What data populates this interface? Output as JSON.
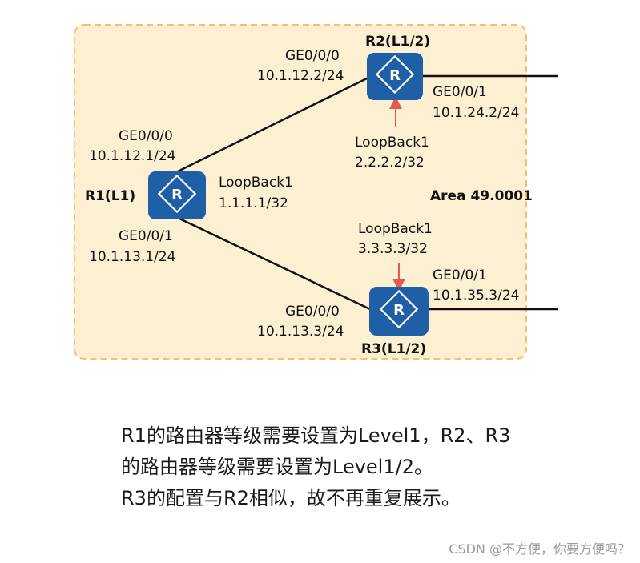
{
  "diagram": {
    "area_label": "Area 49.0001",
    "routers": {
      "r1": {
        "name": "R1(L1)",
        "glyph": "R"
      },
      "r2": {
        "name": "R2(L1/2)",
        "glyph": "R"
      },
      "r3": {
        "name": "R3(L1/2)",
        "glyph": "R"
      }
    },
    "interfaces": {
      "r1_ge000_name": "GE0/0/0",
      "r1_ge000_ip": "10.1.12.1/24",
      "r1_ge001_name": "GE0/0/1",
      "r1_ge001_ip": "10.1.13.1/24",
      "r1_lo_name": "LoopBack1",
      "r1_lo_ip": "1.1.1.1/32",
      "r2_ge000_name": "GE0/0/0",
      "r2_ge000_ip": "10.1.12.2/24",
      "r2_ge001_name": "GE0/0/1",
      "r2_ge001_ip": "10.1.24.2/24",
      "r2_lo_name": "LoopBack1",
      "r2_lo_ip": "2.2.2.2/32",
      "r3_ge000_name": "GE0/0/0",
      "r3_ge000_ip": "10.1.13.3/24",
      "r3_ge001_name": "GE0/0/1",
      "r3_ge001_ip": "10.1.35.3/24",
      "r3_lo_name": "LoopBack1",
      "r3_lo_ip": "3.3.3.3/32"
    },
    "colors": {
      "area_fill": "#fdf0d2",
      "area_border": "#f5c26b",
      "router": "#1f5fa6",
      "link": "#111111",
      "arrow": "#e8584f"
    }
  },
  "notes": {
    "line1": "R1的路由器等级需要设置为Level1，R2、R3",
    "line2": "的路由器等级需要设置为Level1/2。",
    "line3": "R3的配置与R2相似，故不再重复展示。"
  },
  "credit": "CSDN @不方便，你要方便吗？"
}
